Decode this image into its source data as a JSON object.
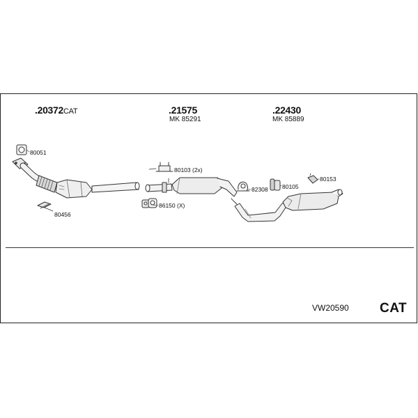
{
  "sections": [
    {
      "part_number": ".20372",
      "suffix": "CAT",
      "mk": ""
    },
    {
      "part_number": ".21575",
      "suffix": "",
      "mk": "MK 85291"
    },
    {
      "part_number": ".22430",
      "suffix": "",
      "mk": "MK 85889"
    }
  ],
  "parts": {
    "p80051": "80051",
    "p80456": "80456",
    "p80103": "80103 (2x)",
    "p86150": "86150 (X)",
    "p82308": "82308",
    "p80105": "80105",
    "p80153": "80153"
  },
  "footer": {
    "kit_code": "VW20590",
    "type_label": "CAT"
  },
  "colors": {
    "line": "#333333",
    "pipe_fill": "#f2f2f2",
    "shade": "#bdbdbd"
  }
}
